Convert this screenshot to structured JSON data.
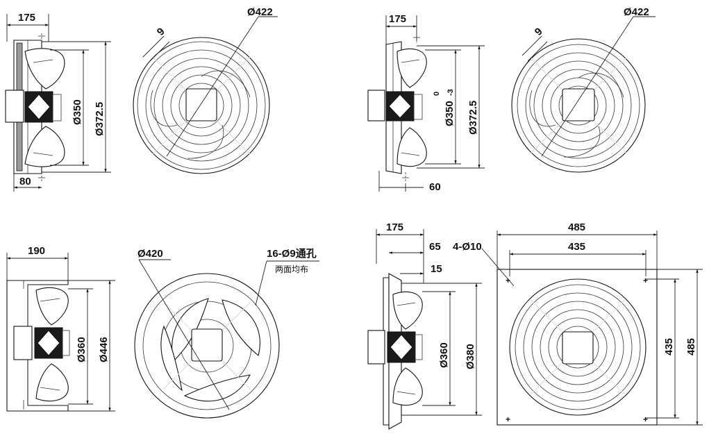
{
  "views": {
    "top_left": {
      "side_depth": "175",
      "bottom_offset": "80",
      "blade_dia": "Ø350",
      "ring_dia": "Ø372.5",
      "front_dia": "Ø422",
      "bolt_dim": "9"
    },
    "top_right": {
      "side_depth": "175",
      "bottom_offset": "60",
      "blade_dia": "Ø350",
      "blade_tol_upper": "0",
      "blade_tol_lower": "-3",
      "ring_dia": "Ø372.5",
      "front_dia": "Ø422",
      "bolt_dim": "9"
    },
    "bottom_left": {
      "side_depth": "190",
      "blade_dia": "Ø360",
      "flange_dia": "Ø446",
      "front_dia": "Ø420",
      "holes_note": "16-Ø9通孔",
      "holes_subnote": "两面均布"
    },
    "bottom_right": {
      "side_depth": "175",
      "depth_65": "65",
      "depth_15": "15",
      "blade_dia": "Ø360",
      "ring_dia": "Ø380",
      "holes_note": "4-Ø10",
      "plate_outer_h": "485",
      "plate_inner_h": "435",
      "plate_outer_v": "485",
      "plate_inner_v": "435"
    }
  }
}
